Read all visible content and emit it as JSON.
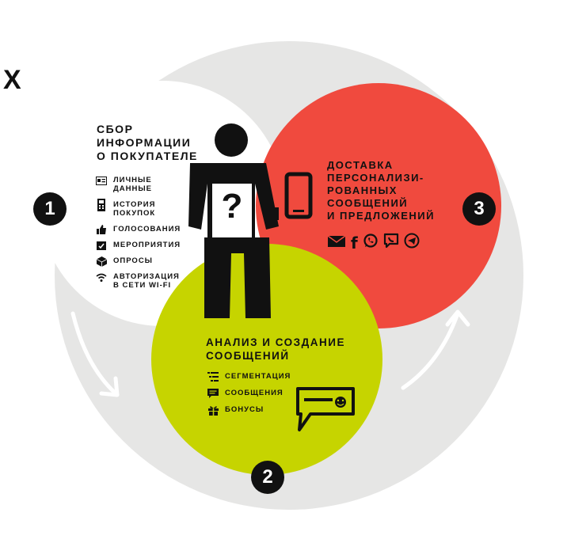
{
  "close_label": "X",
  "colors": {
    "outer_ring": "#e6e6e5",
    "collect": "#ffffff",
    "deliver": "#f04a3e",
    "analyze": "#c6d400",
    "ink": "#111111"
  },
  "steps": [
    {
      "number": "1",
      "title_lines": [
        "СБОР",
        "ИНФОРМАЦИИ",
        "О ПОКУПАТЕЛЕ"
      ],
      "items": [
        {
          "icon": "id-card-icon",
          "lines": [
            "ЛИЧНЫЕ",
            "ДАННЫЕ"
          ]
        },
        {
          "icon": "receipt-icon",
          "lines": [
            "ИСТОРИЯ",
            "ПОКУПОК"
          ]
        },
        {
          "icon": "thumbs-up-icon",
          "lines": [
            "ГОЛОСОВАНИЯ"
          ]
        },
        {
          "icon": "calendar-check-icon",
          "lines": [
            "МЕРОПРИЯТИЯ"
          ]
        },
        {
          "icon": "cube-icon",
          "lines": [
            "ОПРОСЫ"
          ]
        },
        {
          "icon": "wifi-icon",
          "lines": [
            "АВТОРИЗАЦИЯ",
            "В СЕТИ WI-FI"
          ]
        }
      ]
    },
    {
      "number": "2",
      "title_lines": [
        "АНАЛИЗ И СОЗДАНИЕ",
        "СООБЩЕНИЙ"
      ],
      "items": [
        {
          "icon": "segment-list-icon",
          "lines": [
            "СЕГМЕНТАЦИЯ"
          ]
        },
        {
          "icon": "chat-icon",
          "lines": [
            "СООБЩЕНИЯ"
          ]
        },
        {
          "icon": "gift-icon",
          "lines": [
            "БОНУСЫ"
          ]
        }
      ]
    },
    {
      "number": "3",
      "title_lines": [
        "ДОСТАВКА",
        "ПЕРСОНАЛИЗИ-",
        "РОВАННЫХ",
        "СООБЩЕНИЙ",
        "И ПРЕДЛОЖЕНИЙ"
      ],
      "channels": [
        "email-icon",
        "facebook-icon",
        "whatsapp-icon",
        "viber-icon",
        "telegram-icon"
      ]
    }
  ],
  "figure_glyph": "?",
  "channel_glyph_f": "f"
}
